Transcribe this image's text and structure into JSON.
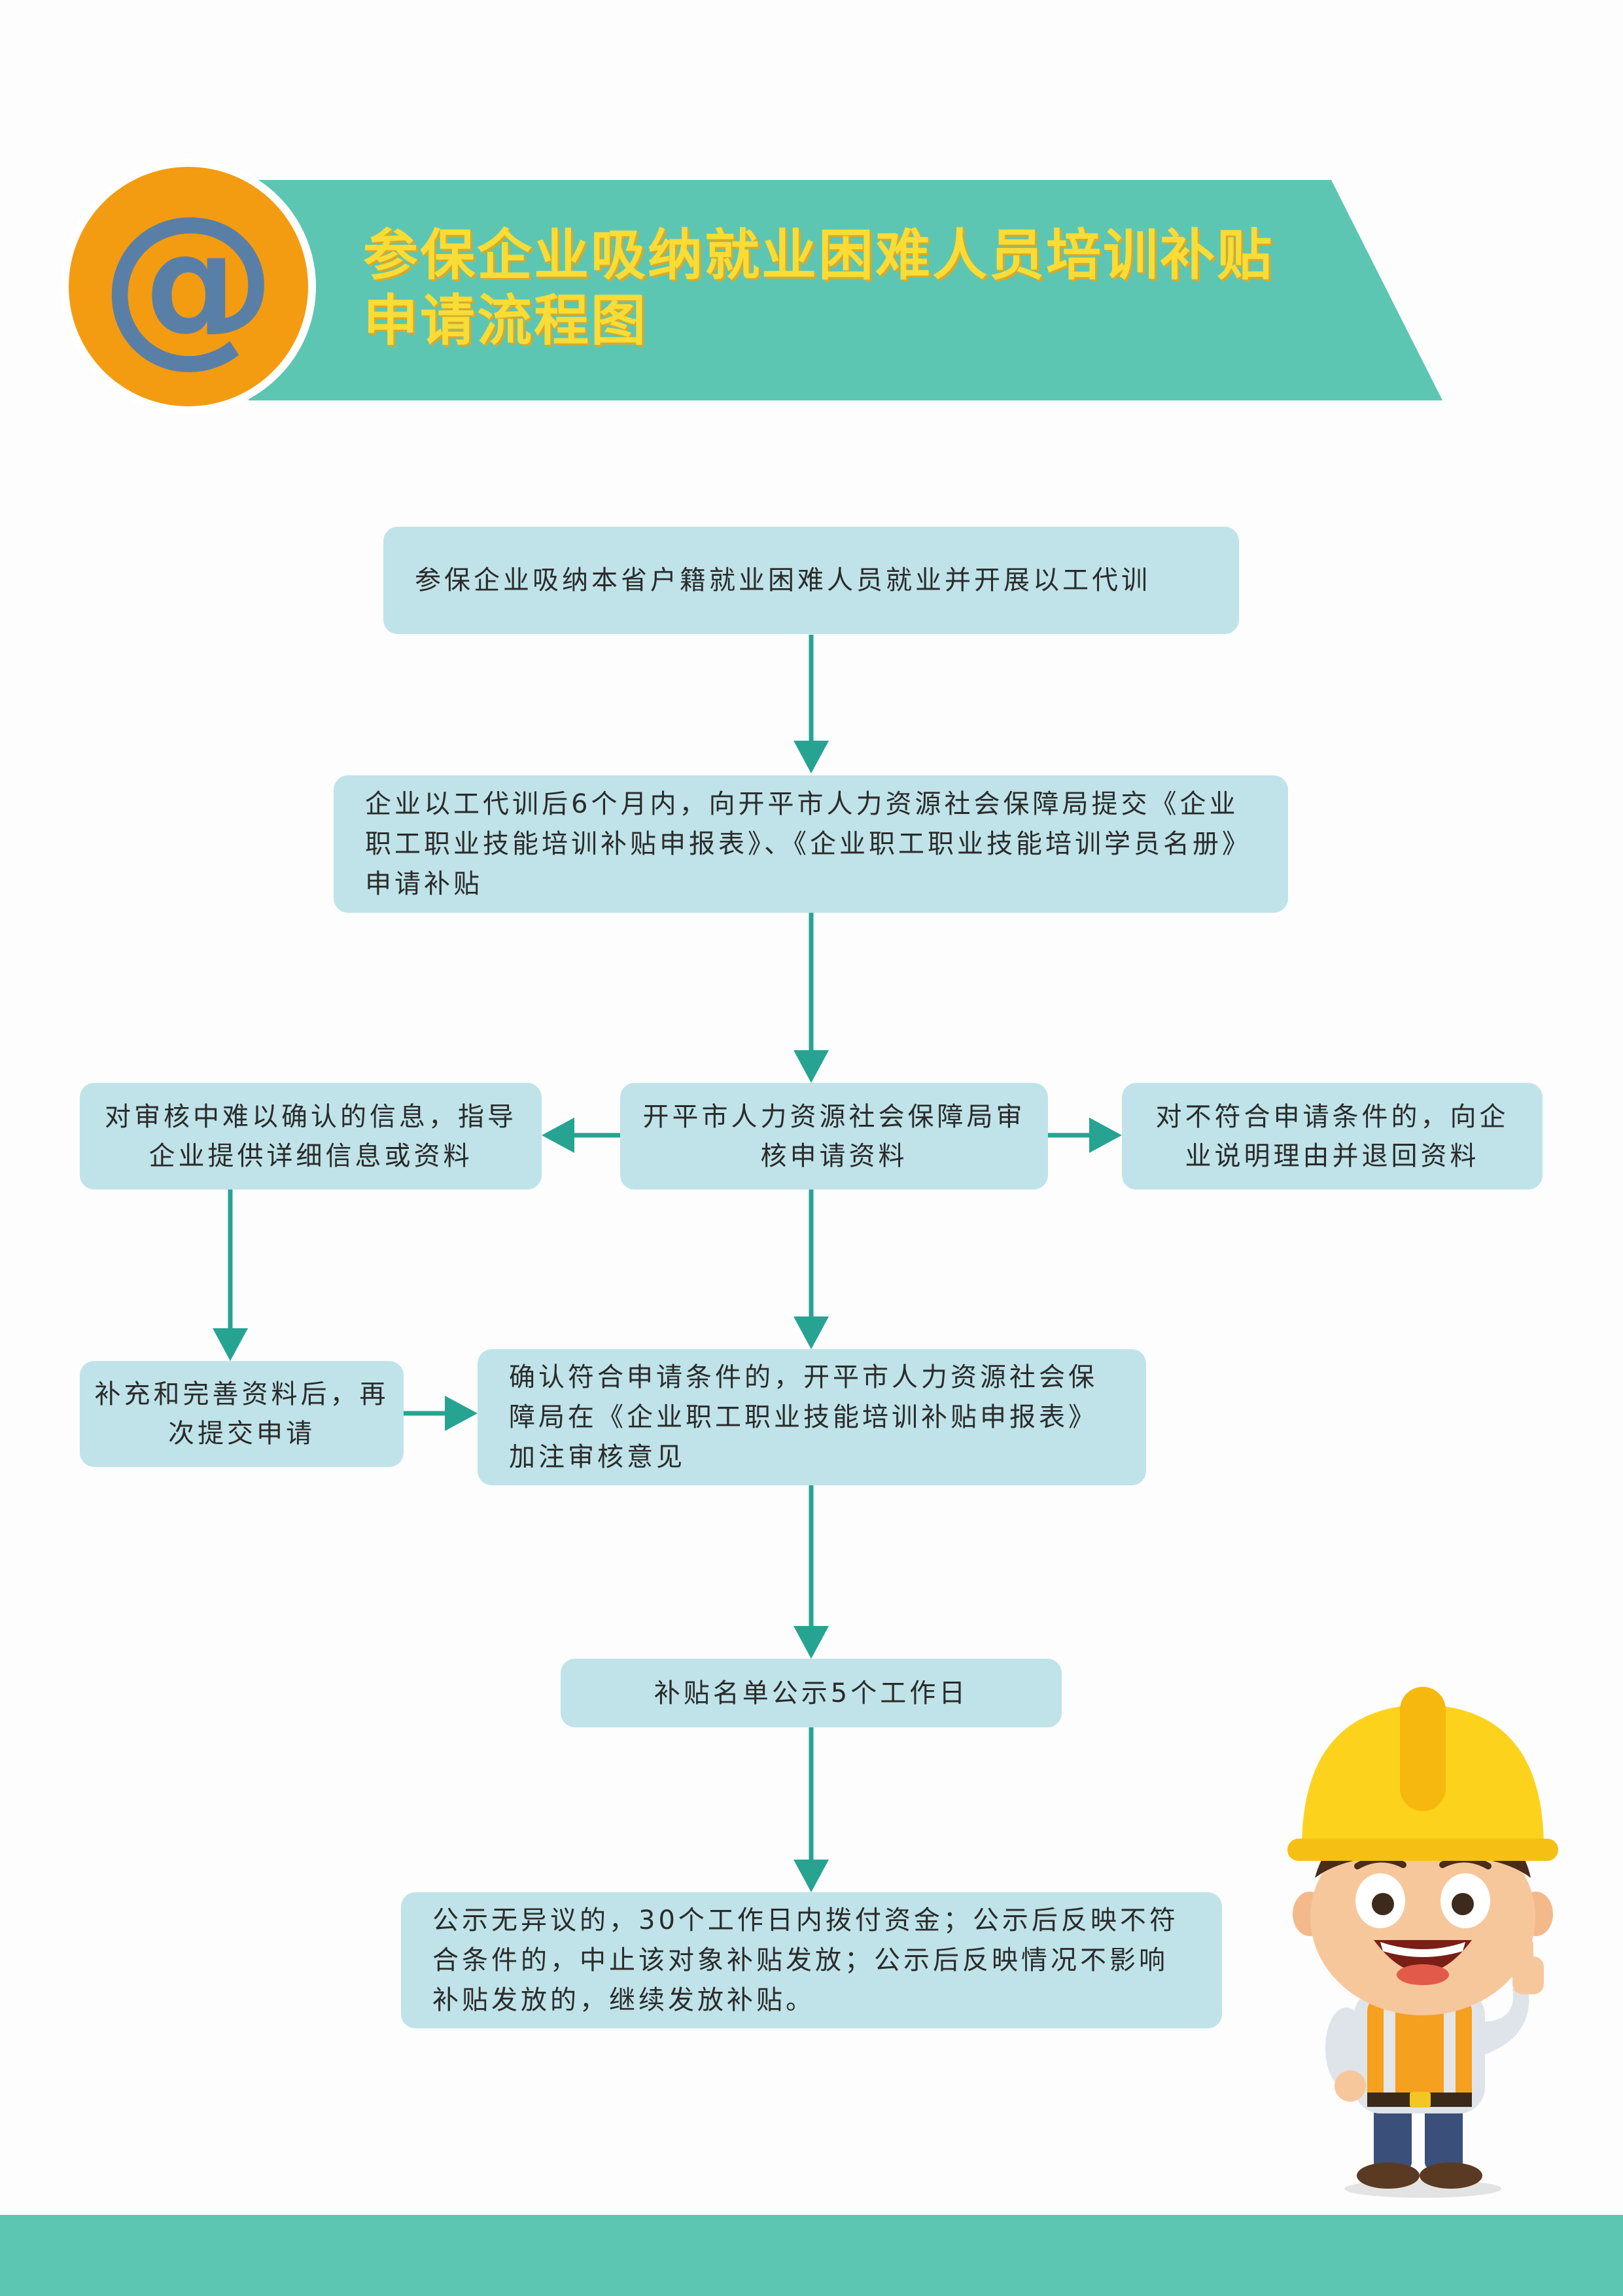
{
  "header": {
    "icon_glyph": "@",
    "title_line1": "参保企业吸纳就业困难人员培训补贴",
    "title_line2": "申请流程图"
  },
  "colors": {
    "banner": "#5cc6b3",
    "title": "#f9dc36",
    "icon_circle": "#f39c12",
    "icon_glyph": "#5a7fa6",
    "box": "#bfe3e8",
    "arrow": "#27a392",
    "footer": "#5cc6b3"
  },
  "flow": {
    "step1": "参保企业吸纳本省户籍就业困难人员就业并开展以工代训",
    "step2": "企业以工代训后6个月内，向开平市人力资源社会保障局提交《企业职工职业技能培训补贴申报表》、《企业职工职业技能培训学员名册》申请补贴",
    "step3": "开平市人力资源社会保障局审核申请资料",
    "left_info": "对审核中难以确认的信息，指导企业提供详细信息或资料",
    "right_reject": "对不符合申请条件的，向企业说明理由并退回资料",
    "supplement": "补充和完善资料后，再次提交申请",
    "step4": "确认符合申请条件的，开平市人力资源社会保障局在《企业职工职业技能培训补贴申报表》加注审核意见",
    "step5": "补贴名单公示5个工作日",
    "step6": "公示无异议的，30个工作日内拨付资金；公示后反映不符合条件的，中止该对象补贴发放；公示后反映情况不影响补贴发放的，继续发放补贴。"
  },
  "illustration": {
    "name": "construction-worker-mascot"
  }
}
